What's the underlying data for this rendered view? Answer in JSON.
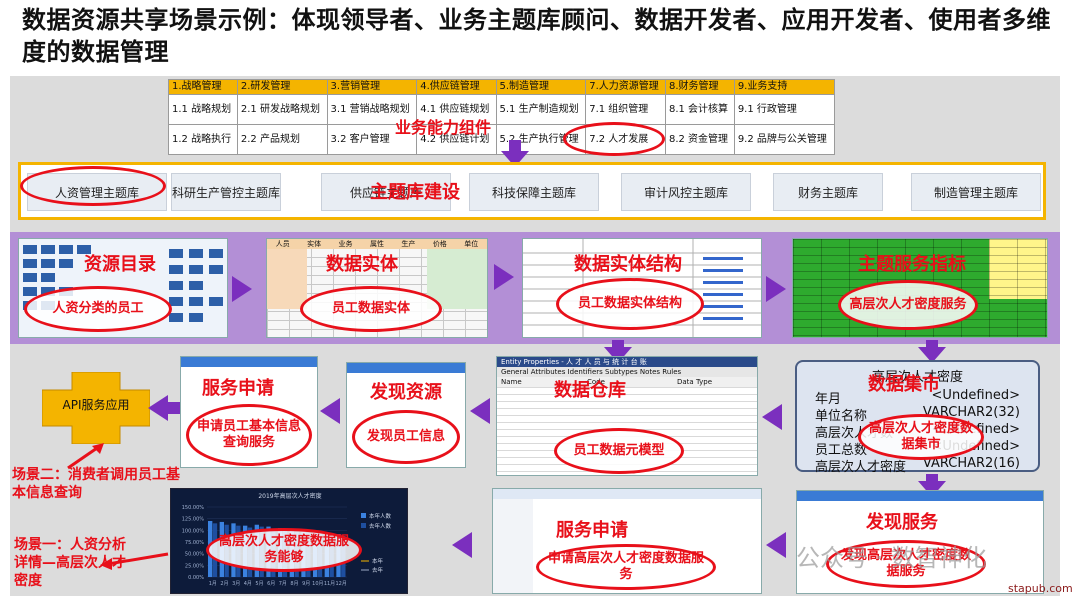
{
  "title": "数据资源共享场景示例：体现领导者、业务主题库顾问、数据开发者、应用开发者、使用者多维度的数据管理",
  "capability_table": {
    "headers": [
      "1.战略管理",
      "2.研发管理",
      "3.营销管理",
      "4.供应链管理",
      "5.制造管理",
      "7.人力资源管理",
      "8.财务管理",
      "9.业务支持"
    ],
    "row1": [
      "1.1 战略规划",
      "2.1 研发战略规划",
      "3.1 营销战略规划",
      "4.1 供应链规划",
      "5.1 生产制造规划",
      "7.1 组织管理",
      "8.1 会计核算",
      "9.1 行政管理"
    ],
    "row2": [
      "1.2 战略执行",
      "2.2 产品规划",
      "3.2 客户管理",
      "4.2 供应链计划",
      "5.2 生产执行管理",
      "7.2 人才发展",
      "8.2 资金管理",
      "9.2 品牌与公关管理"
    ]
  },
  "labels": {
    "business_capability": "业务能力组件",
    "theme_construction": "主题库建设",
    "resource_catalog": "资源目录",
    "data_entity": "数据实体",
    "data_entity_structure": "数据实体结构",
    "theme_service_indicator": "主题服务指标",
    "service_apply_1": "服务申请",
    "discover_resource": "发现资源",
    "data_warehouse": "数据仓库",
    "data_mart": "数据集市",
    "service_apply_2": "服务申请",
    "discover_service": "发现服务"
  },
  "themes": [
    "人资管理主题库",
    "科研生产管控主题库",
    "供应链主题库",
    "科技保障主题库",
    "审计风控主题库",
    "财务主题库",
    "制造管理主题库"
  ],
  "ellipses": {
    "hr_classified": "人资分类的员工",
    "employee_entity": "员工数据实体",
    "employee_structure": "员工数据实体结构",
    "talent_density": "高层次人才密度服务",
    "apply_employee": "申请员工基本信息查询服务",
    "discover_employee": "发现员工信息",
    "employee_metadata": "员工数据元模型",
    "mart_talent": "高层次人才密度数据集市",
    "chart_service": "高层次人才密度数据服务能够",
    "apply_talent": "申请高层次人才密度数据服务",
    "discover_talent": "发现高层次人才密度数据服务"
  },
  "api_app": "API服务应用",
  "scenario2": "场景二：消费者调用员工基本信息查询",
  "scenario1": "场景一：人资分析详情—高层次人才密度",
  "mart_box": {
    "title": "高层次人才密度",
    "rows": [
      {
        "name": "年月",
        "type": "<Undefined>"
      },
      {
        "name": "单位名称",
        "type": "VARCHAR2(32)"
      },
      {
        "name": "高层次人才数",
        "type": "<Undefined>"
      },
      {
        "name": "员工总数",
        "type": "<Undefined>"
      },
      {
        "name": "高层次人才密度",
        "type": "VARCHAR2(16)"
      }
    ]
  },
  "warehouse_header": "Entity Properties - 人 才 人 员 与 统 计 台 账",
  "warehouse_tabs": "General  Attributes  Identifiers  Subtypes  Notes  Rules",
  "warehouse_cols": [
    "Name",
    "Code",
    "Data Type"
  ],
  "entity_table_headers": [
    "人员",
    "实体",
    "业务",
    "属性",
    "生产",
    "价格",
    "单位"
  ],
  "chart": {
    "title": "2019年高层次人才密度",
    "legend": [
      "本年人数",
      "去年人数"
    ],
    "legend2": [
      "本年",
      "去年"
    ],
    "yticks": [
      "150.00%",
      "125.00%",
      "100.00%",
      "75.00%",
      "50.00%",
      "25.00%",
      "0.00%"
    ],
    "xticks": [
      "1月",
      "2月",
      "3月",
      "4月",
      "5月",
      "6月",
      "7月",
      "8月",
      "9月",
      "10月",
      "11月",
      "12月"
    ]
  },
  "watermark": "公众号 · 数智神化",
  "site": "stapub.com",
  "chart_data": {
    "type": "bar",
    "title": "2019年高层次人才密度",
    "categories": [
      "1月",
      "2月",
      "3月",
      "4月",
      "5月",
      "6月",
      "7月",
      "8月",
      "9月",
      "10月",
      "11月",
      "12月"
    ],
    "series": [
      {
        "name": "本年人数",
        "values": [
          120,
          118,
          115,
          110,
          112,
          108,
          105,
          102,
          100,
          98,
          95,
          92
        ]
      },
      {
        "name": "去年人数",
        "values": [
          115,
          112,
          110,
          106,
          108,
          103,
          100,
          97,
          95,
          93,
          90,
          88
        ]
      }
    ],
    "ylim": [
      0,
      150
    ]
  },
  "colors": {
    "purple": "#7b2fbe",
    "red": "#e8101a",
    "gold": "#f4b400",
    "band": "#b38fd6"
  }
}
